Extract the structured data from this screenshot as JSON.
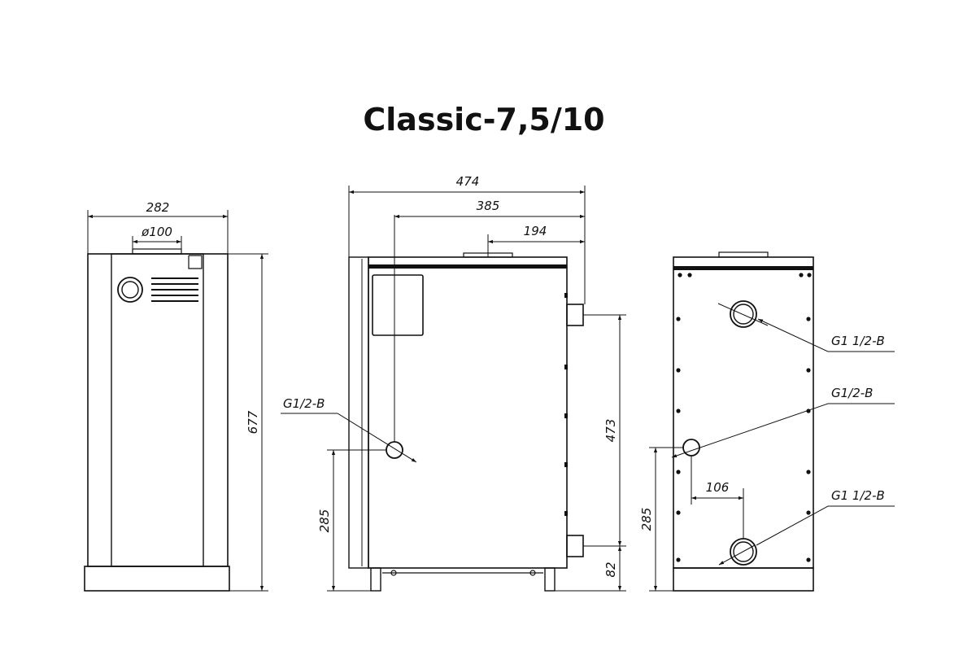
{
  "title": "Classic-7,5/10",
  "front_view": {
    "width": "282",
    "flue_diameter": "ø100",
    "height": "677"
  },
  "side_view": {
    "total_depth": "474",
    "depth_to_inlet": "385",
    "depth_to_flue": "194",
    "inlet_label": "G1/2-B",
    "inlet_height": "285",
    "pipe_spacing": "473",
    "bottom_pipe_height": "82"
  },
  "rear_view": {
    "top_pipe_label": "G1 1/2-B",
    "middle_pipe_label": "G1/2-B",
    "bottom_pipe_label": "G1 1/2-B",
    "pipe_offset": "106",
    "inlet_height": "285"
  }
}
